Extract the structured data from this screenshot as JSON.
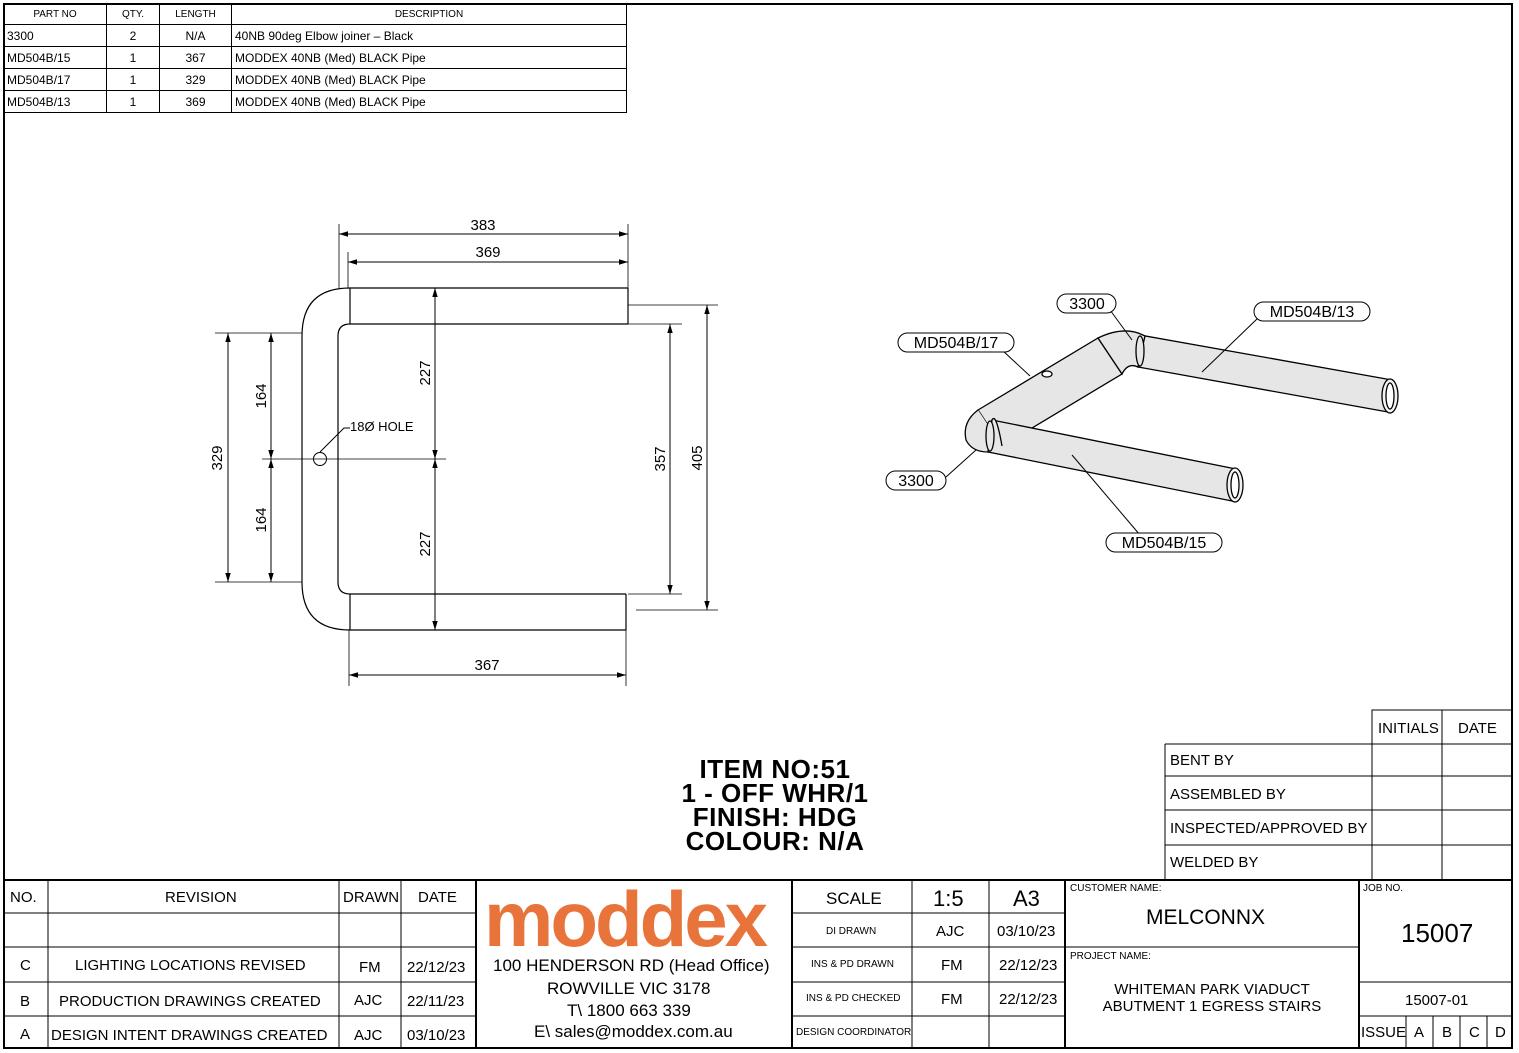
{
  "bom": {
    "headers": [
      "PART NO",
      "QTY.",
      "LENGTH",
      "DESCRIPTION"
    ],
    "rows": [
      [
        "3300",
        "2",
        "N/A",
        "40NB 90deg Elbow joiner – Black"
      ],
      [
        "MD504B/15",
        "1",
        "367",
        "MODDEX 40NB (Med) BLACK Pipe"
      ],
      [
        "MD504B/17",
        "1",
        "329",
        "MODDEX 40NB (Med) BLACK Pipe"
      ],
      [
        "MD504B/13",
        "1",
        "369",
        "MODDEX 40NB (Med) BLACK Pipe"
      ]
    ]
  },
  "drawing": {
    "dims": {
      "top_outer": "383",
      "top_inner": "369",
      "bottom": "367",
      "left_total": "329",
      "left_upper": "164",
      "left_lower": "164",
      "mid_upper": "227",
      "mid_lower": "227",
      "right_inner": "357",
      "right_outer": "405"
    },
    "hole_label": "18Ø HOLE",
    "callouts": {
      "elbow_top": "3300",
      "elbow_bottom": "3300",
      "pipe_13": "MD504B/13",
      "pipe_17": "MD504B/17",
      "pipe_15": "MD504B/15"
    }
  },
  "item": {
    "line1": "ITEM NO:51",
    "line2": "1 - OFF WHR/1",
    "line3": "FINISH: HDG",
    "line4": "COLOUR: N/A"
  },
  "signoff": {
    "headers": [
      "INITIALS",
      "DATE"
    ],
    "rows": [
      "BENT BY",
      "ASSEMBLED BY",
      "INSPECTED/APPROVED BY",
      "WELDED BY"
    ]
  },
  "revisions": {
    "headers": [
      "NO.",
      "REVISION",
      "DRAWN",
      "DATE"
    ],
    "rows": [
      [
        "C",
        "LIGHTING LOCATIONS REVISED",
        "FM",
        "22/12/23"
      ],
      [
        "B",
        "PRODUCTION DRAWINGS CREATED",
        "AJC",
        "22/11/23"
      ],
      [
        "A",
        "DESIGN INTENT DRAWINGS CREATED",
        "AJC",
        "03/10/23"
      ]
    ]
  },
  "company": {
    "logo": "moddex",
    "address1": "100 HENDERSON RD (Head Office)",
    "address2": "ROWVILLE VIC 3178",
    "phone": "T\\ 1800 663 339",
    "email": "E\\ sales@moddex.com.au",
    "brand_color": "#e8743b"
  },
  "drawing_info": {
    "scale_label": "SCALE",
    "scale": "1:5",
    "size": "A3",
    "rows": [
      [
        "DI DRAWN",
        "AJC",
        "03/10/23"
      ],
      [
        "INS & PD DRAWN",
        "FM",
        "22/12/23"
      ],
      [
        "INS & PD CHECKED",
        "FM",
        "22/12/23"
      ],
      [
        "DESIGN COORDINATOR",
        "",
        ""
      ]
    ]
  },
  "project": {
    "customer_label": "CUSTOMER NAME:",
    "customer": "MELCONNX",
    "project_label": "PROJECT NAME:",
    "project_line1": "WHITEMAN PARK VIADUCT",
    "project_line2": "ABUTMENT 1 EGRESS STAIRS",
    "job_label": "JOB NO.",
    "job_no": "15007",
    "drawing_no": "15007-01",
    "issue_label": "ISSUE",
    "issues": [
      "A",
      "B",
      "C",
      "D"
    ]
  }
}
